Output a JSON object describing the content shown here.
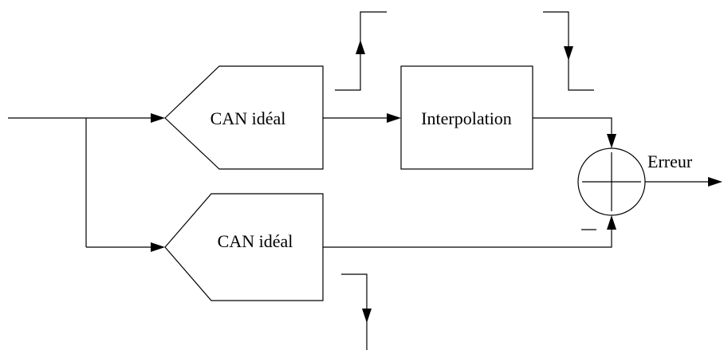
{
  "blocks": {
    "adc_top_label": "CAN idéal",
    "adc_bottom_label": "CAN idéal",
    "interpolation_label": "Interpolation"
  },
  "output": {
    "error_label": "Erreur"
  },
  "sign_marks": {
    "minus": "—"
  }
}
